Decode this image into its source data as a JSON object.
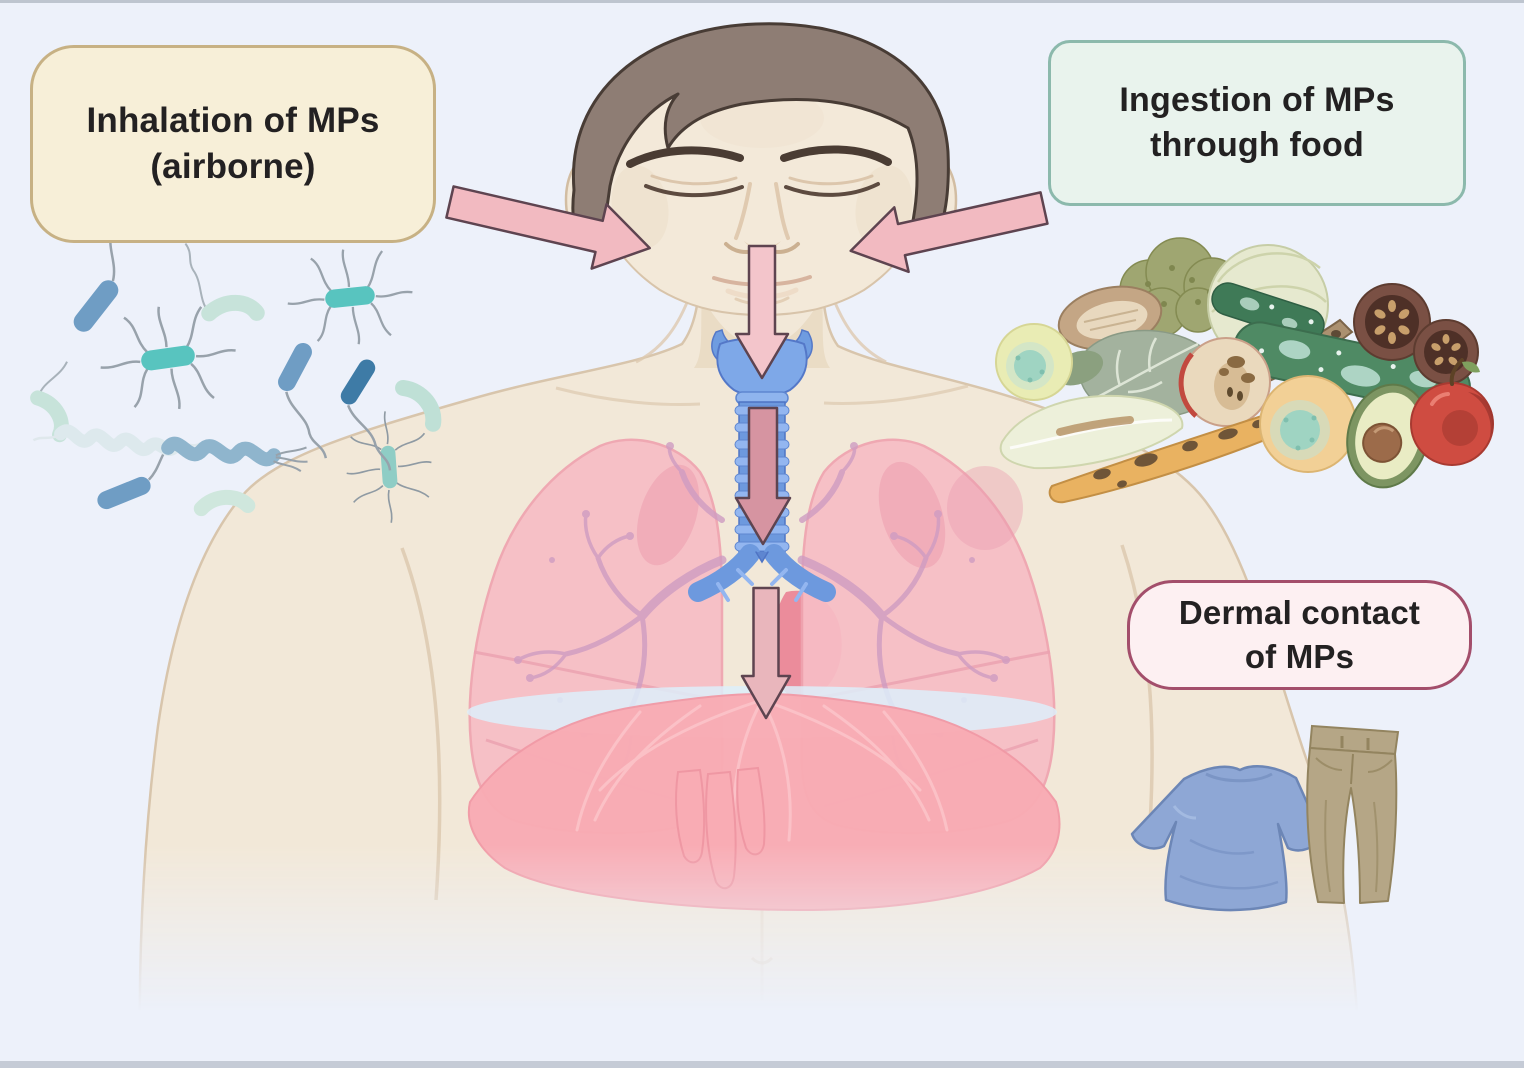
{
  "figure_type": "scientific illustration",
  "topic": "Human exposure routes to microplastics (MPs)",
  "labels": {
    "inhalation": {
      "line1": "Inhalation of MPs",
      "line2": "(airborne)"
    },
    "ingestion": {
      "line1": "Ingestion of MPs",
      "line2": "through food"
    },
    "dermal": {
      "line1": "Dermal contact",
      "line2": "of MPs"
    }
  },
  "scene": {
    "human_figure": "Adult male upper body with closed eyes; trachea, lungs and diaphragm shown inside the chest",
    "organs": [
      "larynx",
      "trachea",
      "lungs with bronchial tree",
      "heart (partially visible)",
      "diaphragm"
    ],
    "arrows": [
      {
        "name": "inhalation-to-face",
        "direction": "from inhalation label toward nose"
      },
      {
        "name": "ingestion-to-face",
        "direction": "from ingestion label toward mouth"
      },
      {
        "name": "nose-to-larynx",
        "direction": "down"
      },
      {
        "name": "through-trachea",
        "direction": "down"
      },
      {
        "name": "toward-diaphragm",
        "direction": "down"
      }
    ],
    "microbes": [
      "flagellated rod bacteria",
      "curved comma-shaped bacteria",
      "spiral bacteria"
    ],
    "food_items": [
      "broccoli",
      "cabbage",
      "mushroom",
      "spotted banana",
      "cucumbers with mold",
      "dried tomato halves",
      "kale leaf",
      "moldy lemon",
      "apple half",
      "endive leaf",
      "spotted carrot",
      "moldy orange",
      "avocado half",
      "red apple"
    ],
    "clothing_items": [
      "blue t-shirt",
      "khaki trousers"
    ]
  },
  "colors": {
    "background": "#edf1fa",
    "inhalation_box_bg": "#f7efd8",
    "inhalation_box_border": "#c7b184",
    "ingestion_box_bg": "#e9f3ed",
    "ingestion_box_border": "#8cb9ac",
    "dermal_box_bg": "#fdf0f2",
    "dermal_box_border": "#a34e6b",
    "arrow_pink": "#f2bac1",
    "arrow_dark_pink": "#d694a1",
    "arrow_outline": "#5e4450",
    "skin": "#f2e8d8",
    "hair": "#8e7d74",
    "lungs": "#f7bdc5",
    "bronchi_tree": "#cf9cc2",
    "trachea": "#7da6e6",
    "diaphragm": "#f9acb4",
    "bacteria_teal": "#58c4bf",
    "bacteria_blue": "#6f9dc4",
    "bacteria_pale": "#c7e3da",
    "tshirt": "#8ea7d5",
    "pants": "#b5a686"
  }
}
